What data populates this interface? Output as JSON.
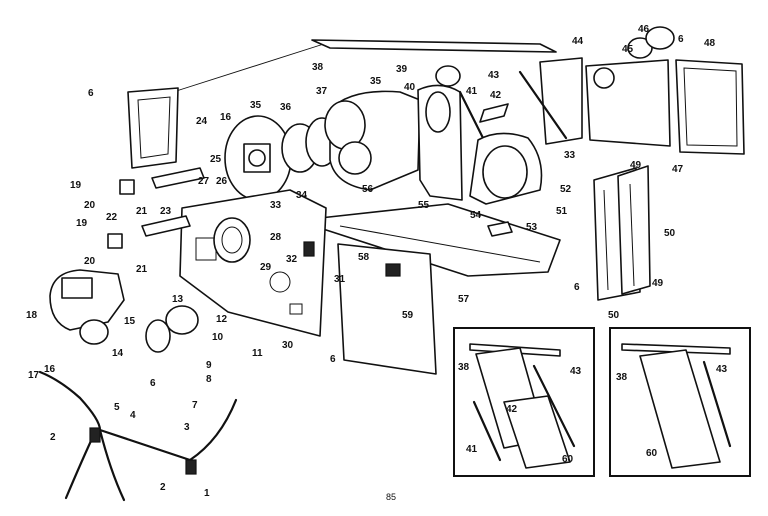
{
  "callouts": {
    "c1": "1",
    "c2a": "2",
    "c2b": "2",
    "c3": "3",
    "c4": "4",
    "c5": "5",
    "c6a": "6",
    "c6b": "6",
    "c6c": "6",
    "c6d": "6",
    "c7": "7",
    "c8": "8",
    "c9": "9",
    "c10": "10",
    "c11": "11",
    "c12": "12",
    "c13": "13",
    "c14": "14",
    "c15": "15",
    "c16a": "16",
    "c16b": "16",
    "c17": "17",
    "c18": "18",
    "c19a": "19",
    "c19b": "19",
    "c20a": "20",
    "c20b": "20",
    "c21a": "21",
    "c21b": "21",
    "c22": "22",
    "c23": "23",
    "c24": "24",
    "c25": "25",
    "c26": "26",
    "c27": "27",
    "c28": "28",
    "c29": "29",
    "c30": "30",
    "c31": "31",
    "c32": "32",
    "c33a": "33",
    "c33b": "33",
    "c34": "34",
    "c35a": "35",
    "c35b": "35",
    "c36": "36",
    "c37": "37",
    "c38a": "38",
    "c38b": "38",
    "c38c": "38",
    "c39": "39",
    "c40": "40",
    "c41a": "41",
    "c41b": "41",
    "c42a": "42",
    "c42b": "42",
    "c43a": "43",
    "c43b": "43",
    "c43c": "43",
    "c44": "44",
    "c45": "45",
    "c46": "46",
    "c47": "47",
    "c48": "48",
    "c49a": "49",
    "c49b": "49",
    "c50a": "50",
    "c50b": "50",
    "c51": "51",
    "c52": "52",
    "c53": "53",
    "c54": "54",
    "c55": "55",
    "c56": "56",
    "c57": "57",
    "c58": "58",
    "c59": "59",
    "c60a": "60",
    "c60b": "60"
  },
  "page_number": "85"
}
